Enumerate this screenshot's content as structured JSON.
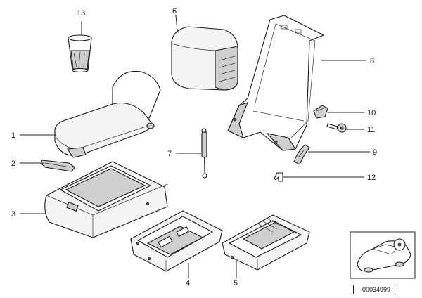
{
  "callouts": {
    "c1": "1",
    "c2": "2",
    "c3": "3",
    "c4": "4",
    "c5": "5",
    "c6": "6",
    "c7": "7",
    "c8": "8",
    "c9": "9",
    "c10": "10",
    "c11": "11",
    "c12": "12",
    "c13": "13"
  },
  "diagram_id": "00034999",
  "colors": {
    "line": "#1a1a1a",
    "fill_light": "#f4f4f4",
    "fill_shade": "#cfcfcf"
  }
}
